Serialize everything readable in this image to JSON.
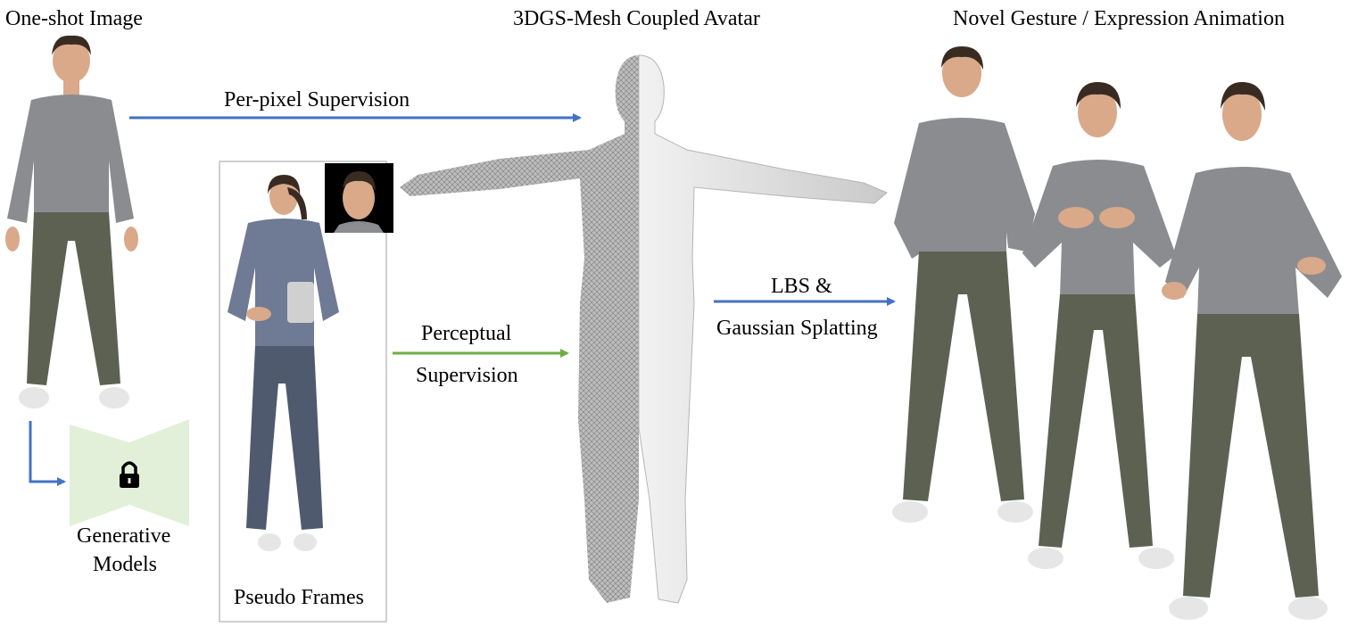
{
  "labels": {
    "one_shot_image": "One-shot Image",
    "avatar_title": "3DGS-Mesh Coupled Avatar",
    "animation_title": "Novel Gesture / Expression Animation",
    "per_pixel": "Per-pixel Supervision",
    "perceptual_line1": "Perceptual",
    "perceptual_line2": "Supervision",
    "lbs_line1": "LBS &",
    "lbs_line2": "Gaussian Splatting",
    "generative_line1": "Generative",
    "generative_line2": "Models",
    "pseudo_frames": "Pseudo Frames"
  },
  "colors": {
    "blue_arrow": "#4472c4",
    "green_arrow": "#70ad47",
    "generator_fill": "#e2f0d9",
    "sweater": "#8a8c90",
    "sweater_blue": "#6f7a94",
    "pants": "#5c6152",
    "pants_blue": "#4f5a6e",
    "skin": "#d9a98a",
    "hair": "#3a2b22",
    "shoe": "#e6e6e6",
    "mesh_dark": "#9a9a9a",
    "mesh_light": "#dcdcdc"
  },
  "icons": {
    "lock": "lock-icon"
  }
}
